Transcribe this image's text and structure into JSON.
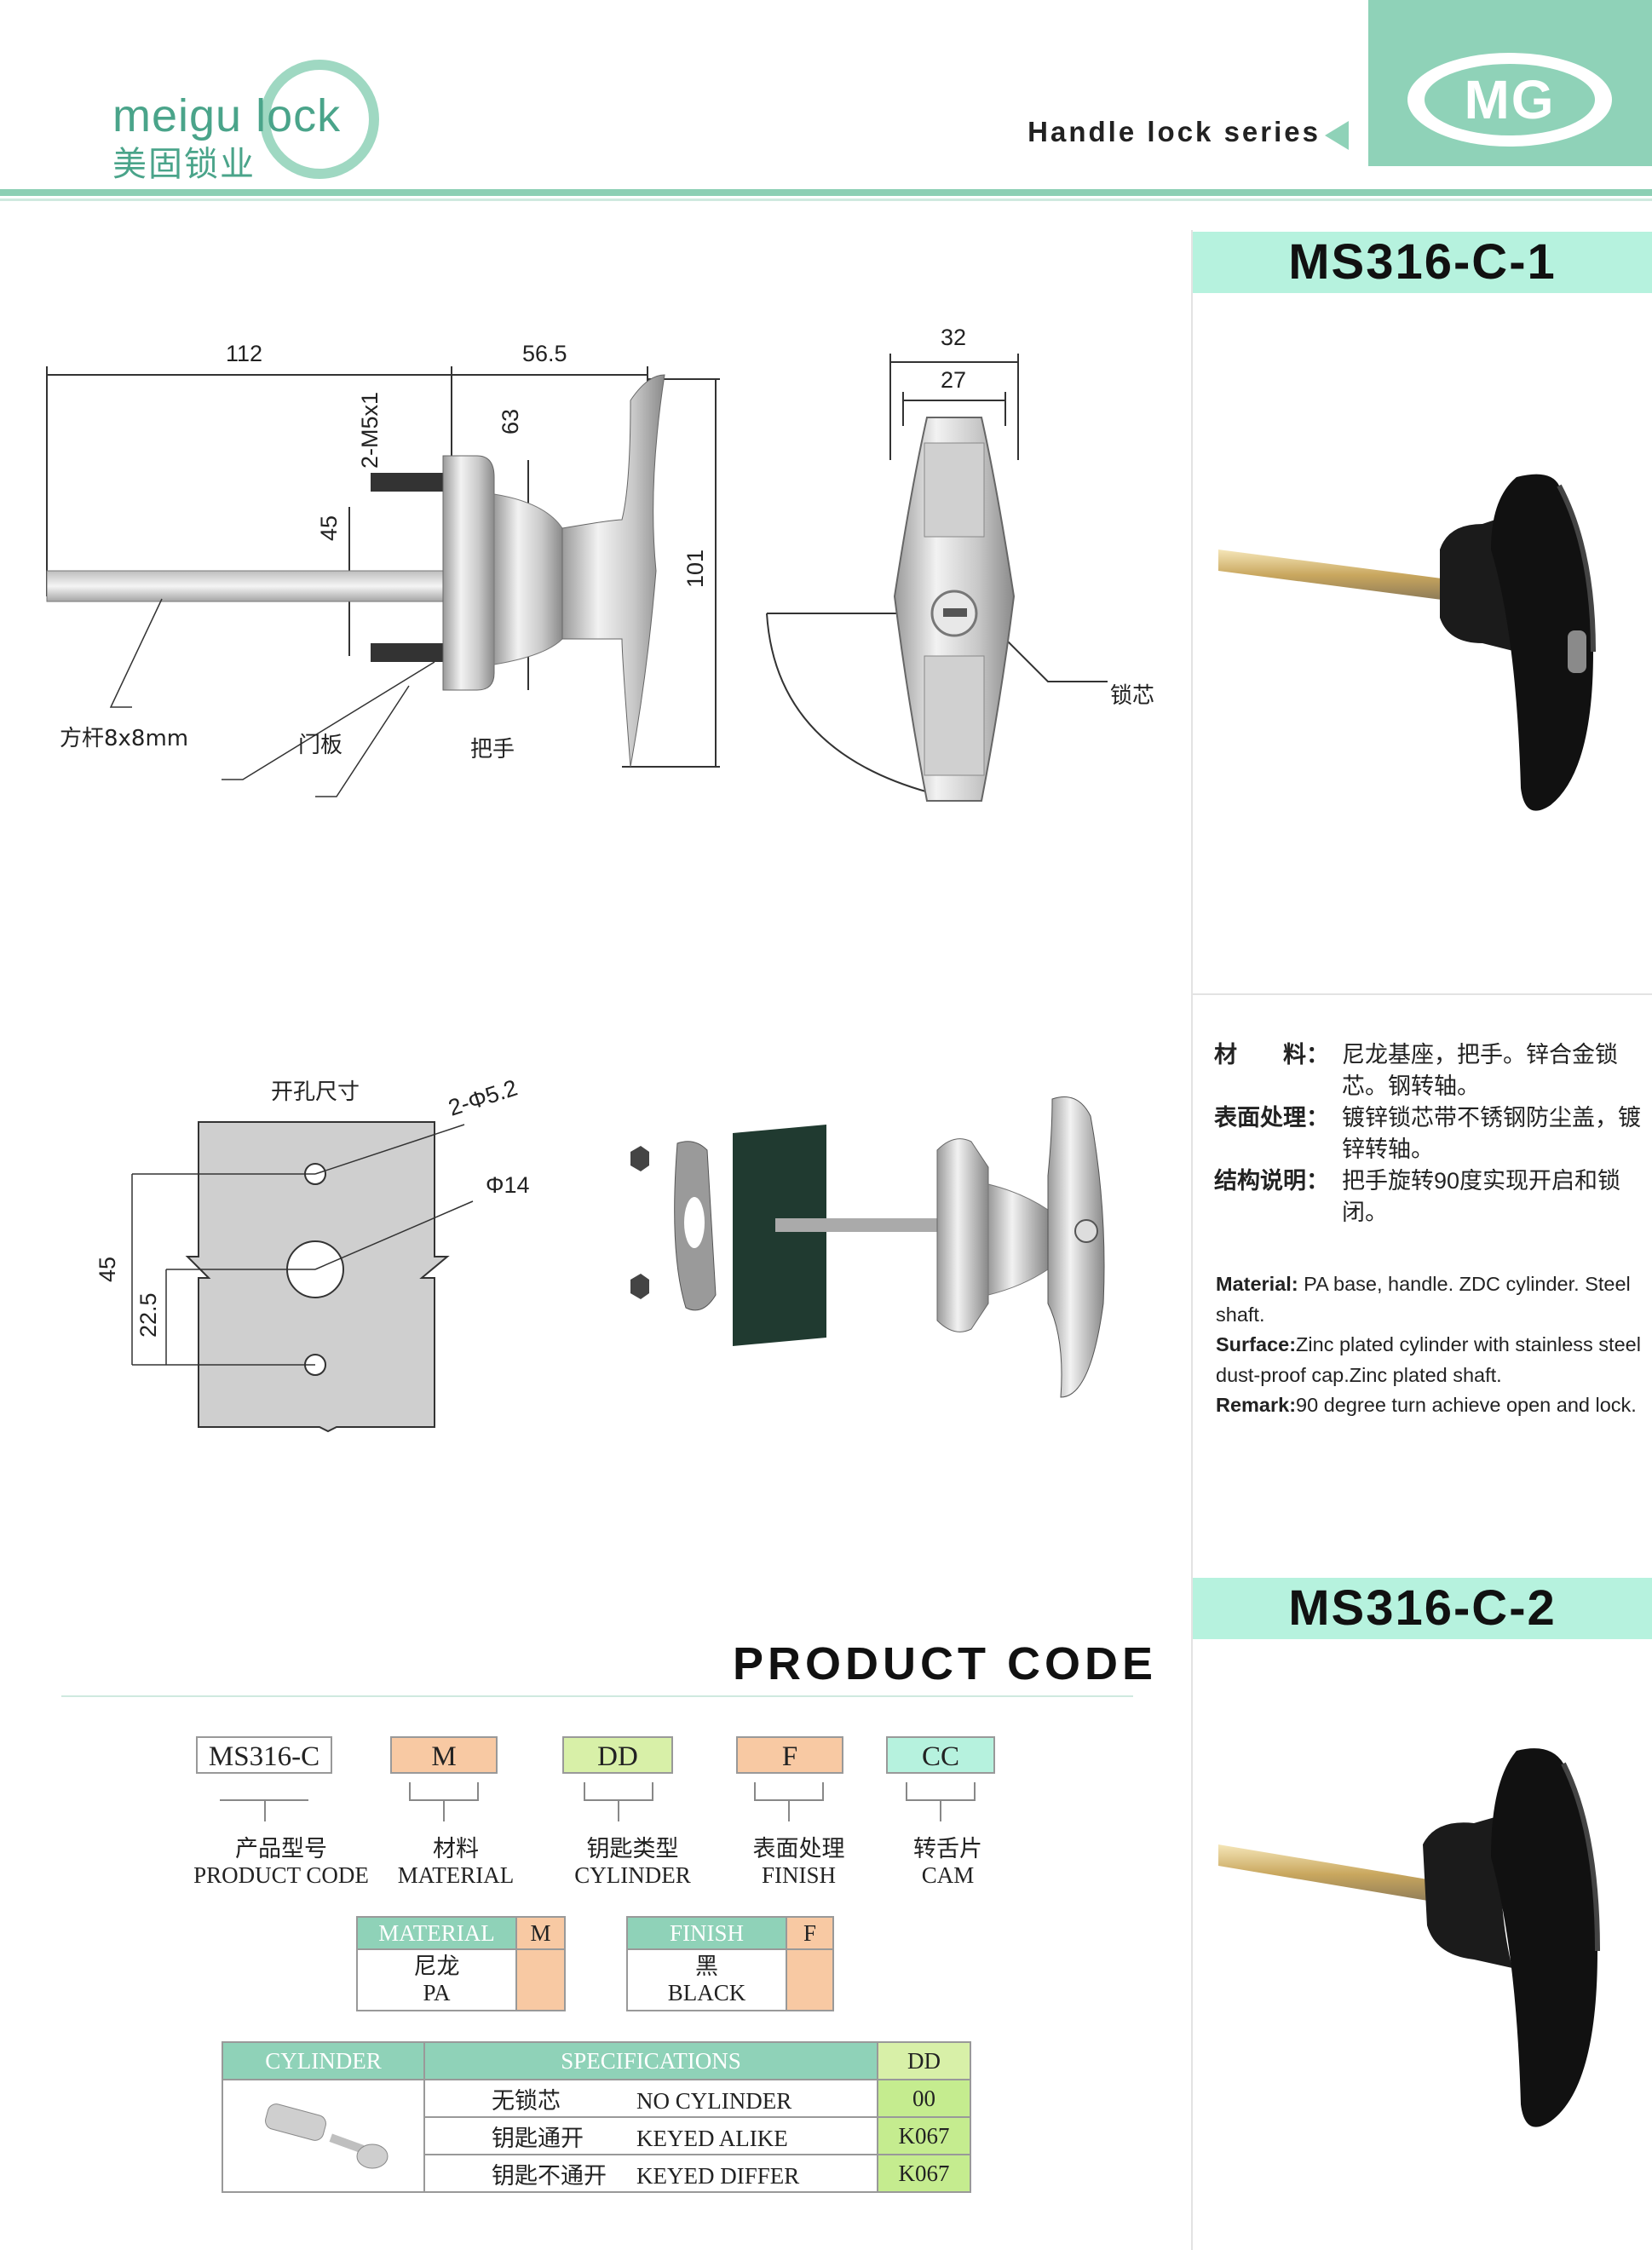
{
  "header": {
    "logo_text": "meigu lock",
    "logo_cn": "美固锁业",
    "series": "Handle lock series",
    "brand_badge": "MG"
  },
  "models": [
    "MS316-C-1",
    "MS316-C-2"
  ],
  "drawing": {
    "dims": {
      "d112": "112",
      "d56_5": "56.5",
      "d63": "63",
      "d45": "45",
      "d101": "101",
      "m5": "2-M5x1",
      "d32": "32",
      "d27": "27"
    },
    "labels": {
      "square_bar": "方杆8x8mm",
      "door_panel": "门板",
      "handle": "把手",
      "lock_core": "锁芯"
    }
  },
  "cutout": {
    "title": "开孔尺寸",
    "hole_small": "2-Φ5.2",
    "hole_big": "Φ14",
    "d45": "45",
    "d22_5": "22.5"
  },
  "description_cn": [
    {
      "k": "材　　料：",
      "v": "尼龙基座，把手。锌合金锁芯。钢转轴。"
    },
    {
      "k": "表面处理：",
      "v": "镀锌锁芯带不锈钢防尘盖，镀锌转轴。"
    },
    {
      "k": "结构说明：",
      "v": "把手旋转90度实现开启和锁闭。"
    }
  ],
  "description_en": {
    "material_k": "Material:",
    "material_v": " PA base, handle. ZDC cylinder. Steel shaft.",
    "surface_k": "Surface:",
    "surface_v": "Zinc plated cylinder with stainless steel dust-proof cap.Zinc plated shaft.",
    "remark_k": "Remark:",
    "remark_v": "90 degree turn achieve open and lock."
  },
  "product_code": {
    "title": "PRODUCT CODE",
    "boxes": [
      {
        "code": "MS316-C",
        "cn": "产品型号",
        "en": "PRODUCT CODE",
        "color": "#ffffff"
      },
      {
        "code": "M",
        "cn": "材料",
        "en": "MATERIAL",
        "color": "#f8c9a3"
      },
      {
        "code": "DD",
        "cn": "钥匙类型",
        "en": "CYLINDER",
        "color": "#d8f0a8"
      },
      {
        "code": "F",
        "cn": "表面处理",
        "en": "FINISH",
        "color": "#f8c9a3"
      },
      {
        "code": "CC",
        "cn": "转舌片",
        "en": "CAM",
        "color": "#b6f2de"
      }
    ],
    "material_table": {
      "h1": "MATERIAL",
      "h2": "M",
      "cn": "尼龙",
      "en": "PA"
    },
    "finish_table": {
      "h1": "FINISH",
      "h2": "F",
      "cn": "黑",
      "en": "BLACK"
    },
    "cylinder_table": {
      "h_cyl": "CYLINDER",
      "h_spec": "SPECIFICATIONS",
      "h_dd": "DD",
      "rows": [
        {
          "cn": "无锁芯",
          "en": "NO CYLINDER",
          "code": "00"
        },
        {
          "cn": "钥匙通开",
          "en": "KEYED ALIKE",
          "code": "K067"
        },
        {
          "cn": "钥匙不通开",
          "en": "KEYED DIFFER",
          "code": "K067"
        }
      ]
    }
  }
}
